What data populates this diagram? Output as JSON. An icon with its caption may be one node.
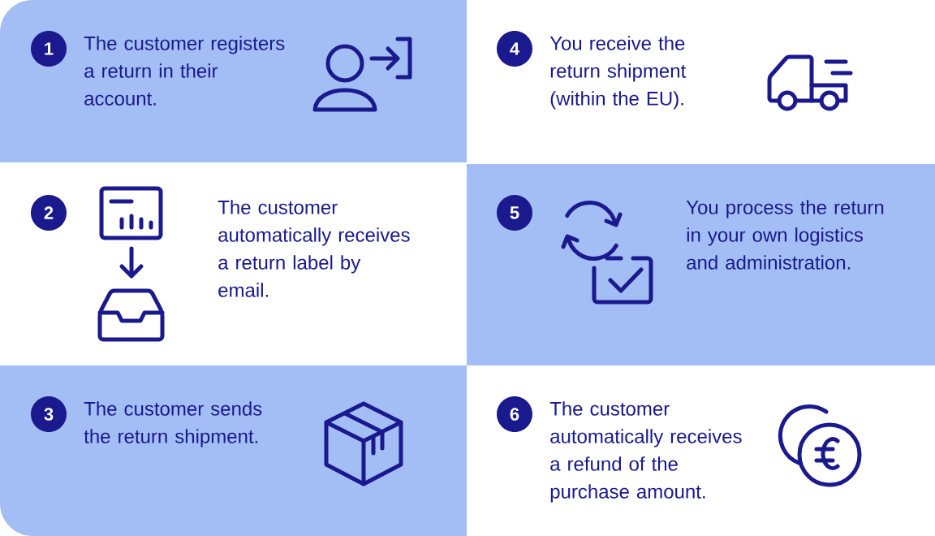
{
  "diagram": {
    "nodes": [
      {
        "text": [
          "1",
          "The customer registers a return in their account."
        ]
      },
      {
        "text": [
          "2",
          "The customer automatically receives a return label by email."
        ]
      },
      {
        "text": [
          "3",
          "The customer sends the return shipment."
        ]
      },
      {
        "text": [
          "4",
          "You receive the return shipment (within the EU)."
        ]
      },
      {
        "text": [
          "5",
          "You process the return in your own logistics and administration."
        ]
      },
      {
        "text": [
          "6",
          "The customer automatically receives a refund of the purchase amount."
        ]
      }
    ]
  }
}
